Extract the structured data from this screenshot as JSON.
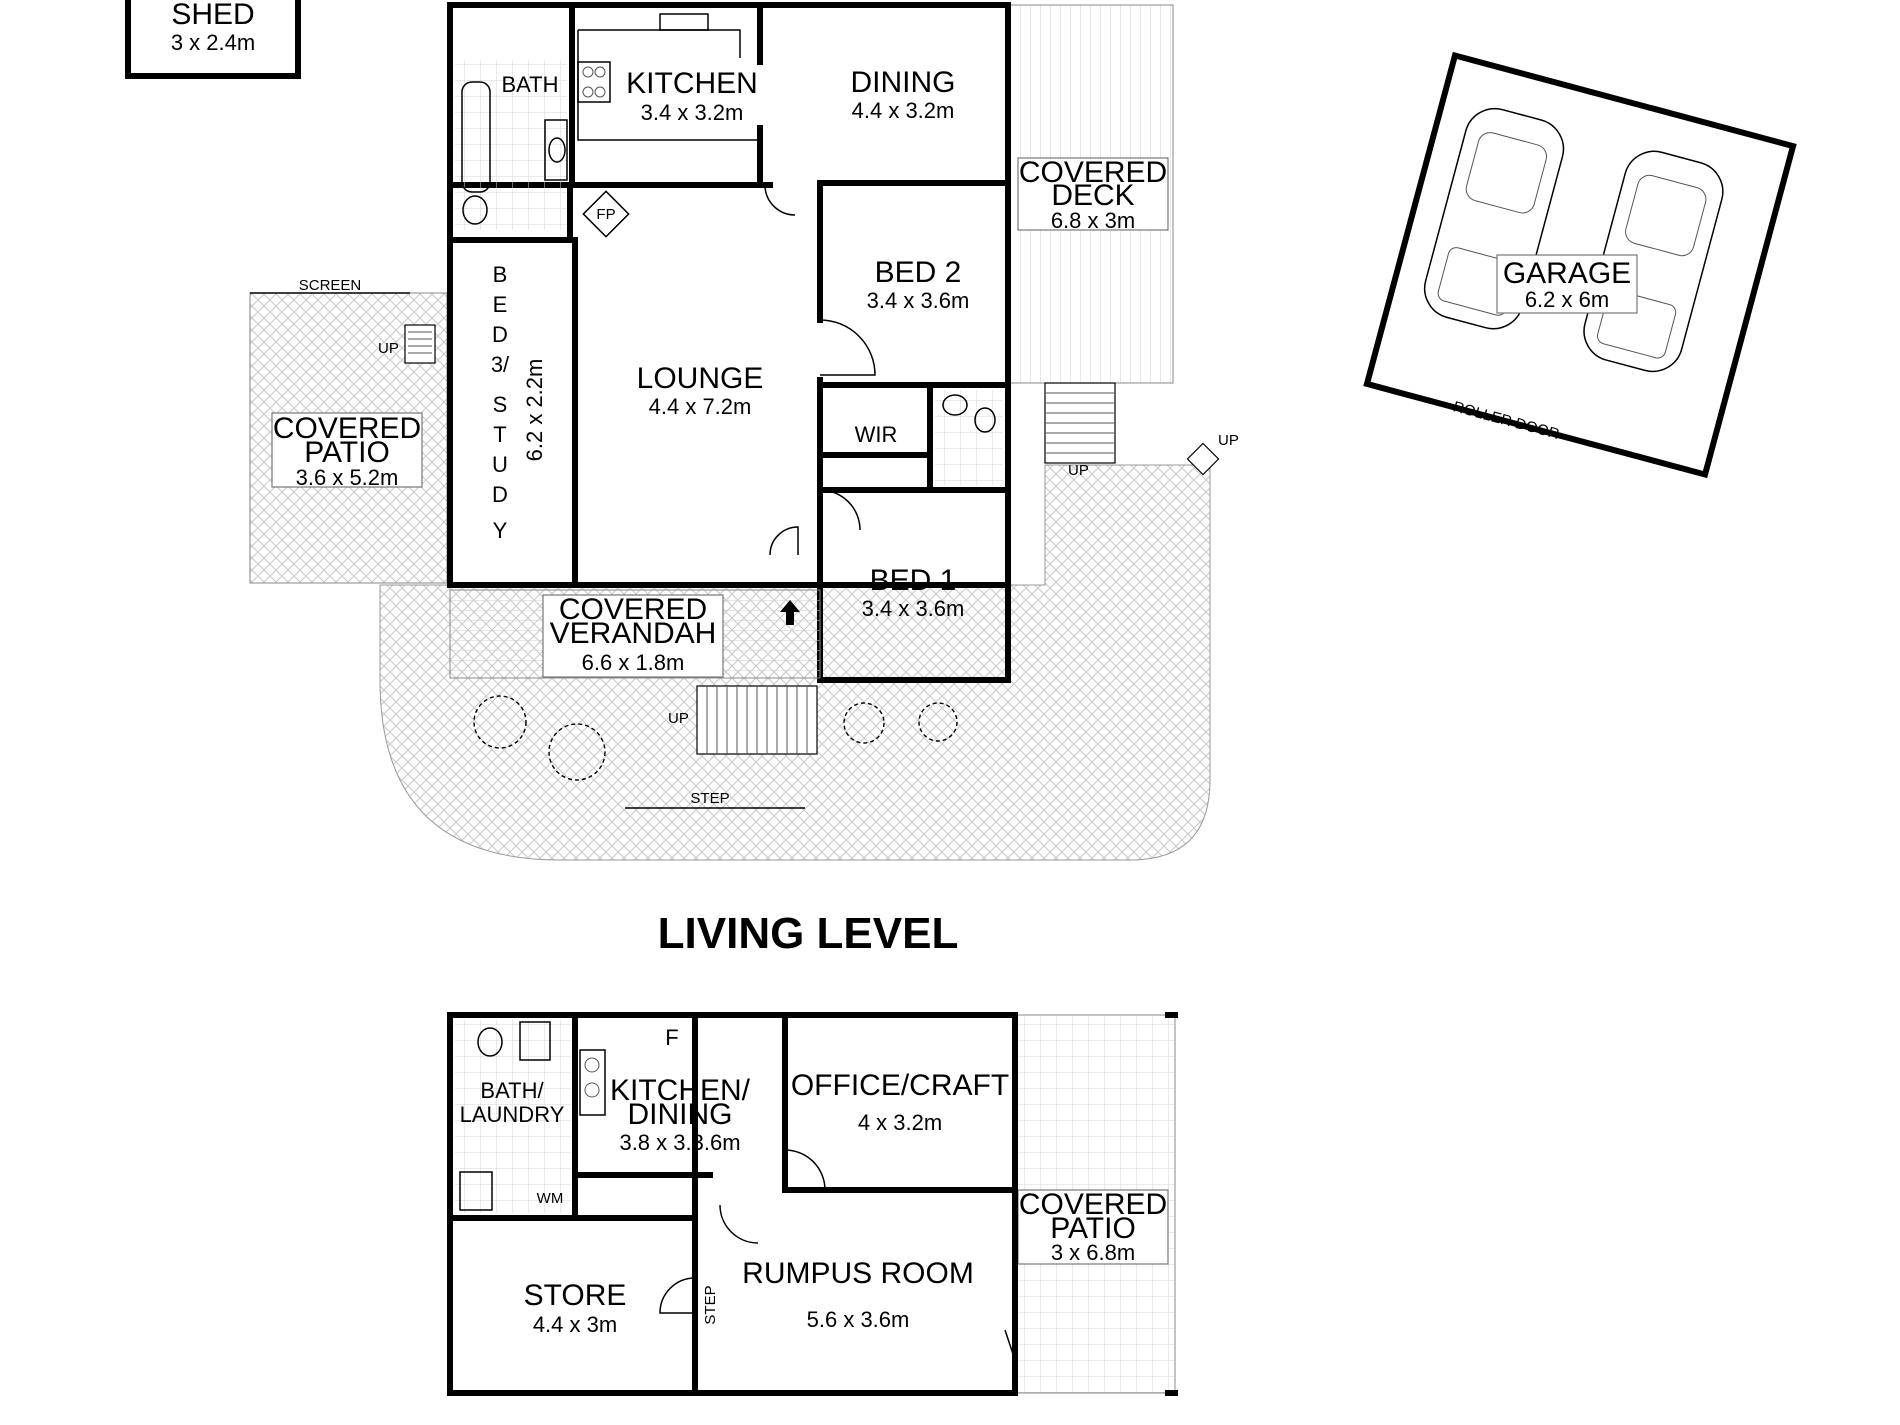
{
  "rooms": {
    "shed": {
      "name": "SHED",
      "dim": "3 x 2.4m"
    },
    "bath": {
      "name": "BATH"
    },
    "kitchen": {
      "name": "KITCHEN",
      "dim": "3.4 x 3.2m"
    },
    "dining": {
      "name": "DINING",
      "dim": "4.4 x 3.2m"
    },
    "covered_deck": {
      "name_1": "COVERED",
      "name_2": "DECK",
      "dim": "6.8 x 3m"
    },
    "fp": {
      "name": "FP"
    },
    "bed2": {
      "name": "BED 2",
      "dim": "3.4 x 3.6m"
    },
    "bed3": {
      "name_letters": [
        "B",
        "E",
        "D",
        "3/",
        "S",
        "T",
        "U",
        "D",
        "Y"
      ],
      "dim": "6.2 x 2.2m"
    },
    "lounge": {
      "name": "LOUNGE",
      "dim": "4.4 x 7.2m"
    },
    "wir": {
      "name": "WIR"
    },
    "bed1": {
      "name": "BED 1",
      "dim": "3.4 x 3.6m"
    },
    "covered_patio_upper": {
      "name_1": "COVERED",
      "name_2": "PATIO",
      "dim": "3.6 x 5.2m"
    },
    "covered_verandah": {
      "name_1": "COVERED",
      "name_2": "VERANDAH",
      "dim": "6.6 x 1.8m"
    },
    "garage": {
      "name": "GARAGE",
      "dim": "6.2 x 6m"
    },
    "bath_laundry": {
      "name_1": "BATH/",
      "name_2": "LAUNDRY"
    },
    "wm": {
      "name": "WM"
    },
    "f": {
      "name": "F"
    },
    "kitchen_dining": {
      "name_1": "KITCHEN/",
      "name_2": "DINING",
      "dim": "3.8 x 3.3.6m"
    },
    "office_craft": {
      "name": "OFFICE/CRAFT",
      "dim": "4 x 3.2m"
    },
    "covered_patio_lower": {
      "name_1": "COVERED",
      "name_2": "PATIO",
      "dim": "3 x 6.8m"
    },
    "store": {
      "name": "STORE",
      "dim": "4.4 x 3m"
    },
    "rumpus": {
      "name": "RUMPUS ROOM",
      "dim": "5.6 x 3.6m"
    }
  },
  "annotations": {
    "screen": "SCREEN",
    "up": "UP",
    "step": "STEP",
    "roller_door": "ROLLER DOOR"
  },
  "levels": {
    "living": "LIVING LEVEL"
  }
}
